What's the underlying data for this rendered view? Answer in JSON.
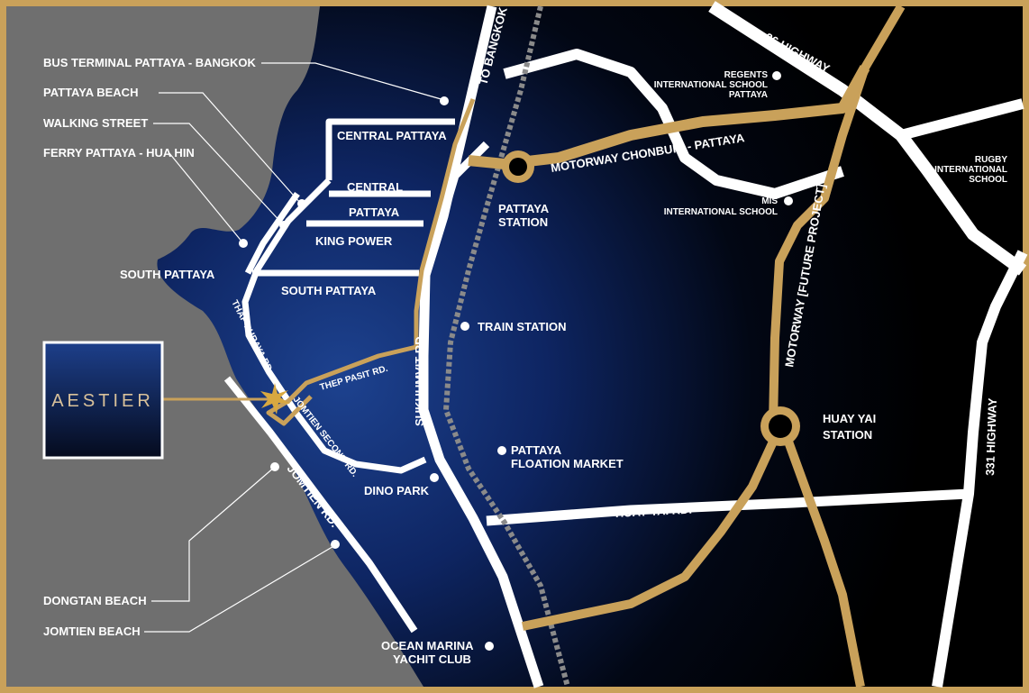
{
  "colors": {
    "gold": "#c9a15a",
    "sea": "#6e6e6e",
    "land_center": "#1b3f8c",
    "land_edge": "#000000",
    "road": "#ffffff"
  },
  "logo": {
    "text": "AESTIER"
  },
  "labels": {
    "bus_terminal": "BUS TERMINAL PATTAYA - BANGKOK",
    "pattaya_beach": "PATTAYA BEACH",
    "walking_street": "WALKING STREET",
    "ferry": "FERRY PATTAYA - HUA HIN",
    "south_pattaya_area": "SOUTH PATTAYA",
    "central_pattaya": "CENTRAL PATTAYA",
    "central": "CENTRAL",
    "pattaya": "PATTAYA",
    "king_power": "KING POWER",
    "south_pattaya_rd": "SOUTH PATTAYA",
    "to_bangkok": "TO BANGKOK",
    "pattaya_station_1": "PATTAYA",
    "pattaya_station_2": "STATION",
    "train_station": "TRAIN STATION",
    "sukhumvit": "SUKHUMVIT RD.",
    "thep_pasit": "THEP PASIT RD.",
    "thap_phraya": "THAP PHRAYA RD.",
    "jomtien_second": "JOMTIEN SECOND RD.",
    "jomtien_rd": "JOMTIEN RD.",
    "dino_park": "DINO PARK",
    "floating_market_1": "PATTAYA",
    "floating_market_2": "FLOATION MARKET",
    "motorway_chonburi": "MOTORWAY CHONBURI - PATTAYA",
    "highway_36": "36 HIGHWAY",
    "regents_1": "REGENTS",
    "regents_2": "INTERNATIONAL SCHOOL",
    "regents_3": "PATTAYA",
    "mis_1": "MIS",
    "mis_2": "INTERNATIONAL SCHOOL",
    "rugby_1": "RUGBY",
    "rugby_2": "INTERNATIONAL",
    "rugby_3": "SCHOOL",
    "motorway_future": "MOTORWAY [FUTURE PROJECT]",
    "huay_yai_station_1": "HUAY YAI",
    "huay_yai_station_2": "STATION",
    "huay_yai_rd": "HUAY YAI RD.",
    "highway_331": "331 HIGHWAY",
    "dongtan_beach": "DONGTAN BEACH",
    "jomtien_beach": "JOMTIEN BEACH",
    "ocean_marina_1": "OCEAN MARINA",
    "ocean_marina_2": "YACHIT CLUB"
  }
}
